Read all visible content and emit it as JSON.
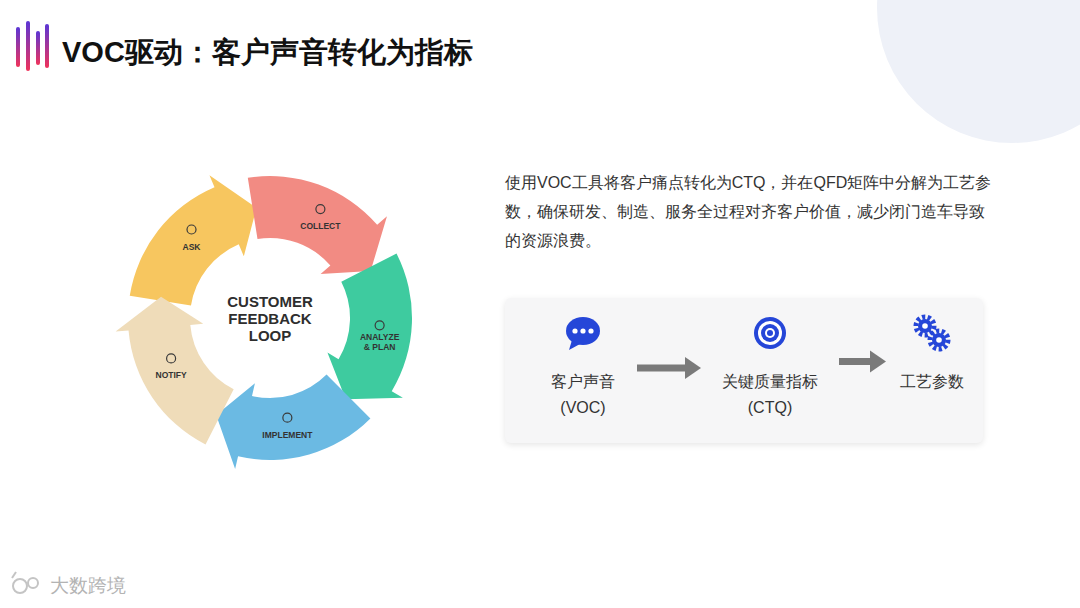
{
  "diagram": {
    "title": "VOC驱动：客户声音转化为指标",
    "nodes": [
      {
        "text": [
          "ASK"
        ]
      },
      {
        "text": [
          "COLLECT"
        ]
      },
      {
        "text": [
          "ANALYZE & PLAN"
        ]
      },
      {
        "text": [
          "IMPLEMENT"
        ]
      },
      {
        "text": [
          "NOTIFY"
        ]
      },
      {
        "text": [
          "客户声音 (VOC)"
        ]
      },
      {
        "text": [
          "关键质量指标 (CTQ)"
        ]
      },
      {
        "text": [
          "工艺参数"
        ]
      }
    ],
    "edges": [
      {
        "from": 5,
        "to": 6,
        "arrow": "to"
      },
      {
        "from": 6,
        "to": 7,
        "arrow": "to"
      }
    ],
    "labels": [
      "CUSTOMER FEEDBACK LOOP",
      "使用VOC工具将客户痛点转化为CTQ，并在QFD矩阵中分解为工艺参数，确保研发、制造、服务全过程对齐客户价值，减少闭门造车导致的资源浪费。",
      "大数跨境"
    ]
  }
}
